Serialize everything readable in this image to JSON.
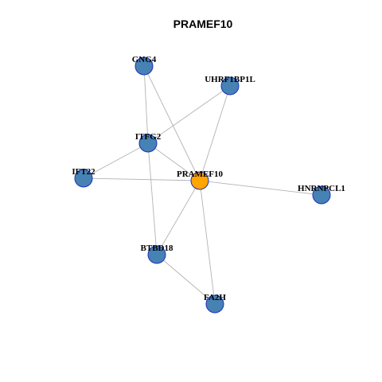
{
  "title": "PRAMEF10",
  "colors": {
    "center_node": "#ffa500",
    "neighbor_node": "#4682b4",
    "node_border": "#1c2fbf",
    "edge": "#b3b3b3"
  },
  "nodes": [
    {
      "id": "PRAMEF10",
      "label": "PRAMEF10",
      "role": "center"
    },
    {
      "id": "GNG4",
      "label": "GNG4",
      "role": "neighbor"
    },
    {
      "id": "UHRF1BP1L",
      "label": "UHRF1BP1L",
      "role": "neighbor"
    },
    {
      "id": "ITFG2",
      "label": "ITFG2",
      "role": "neighbor"
    },
    {
      "id": "IFT22",
      "label": "IFT22",
      "role": "neighbor"
    },
    {
      "id": "HNRNPCL1",
      "label": "HNRNPCL1",
      "role": "neighbor"
    },
    {
      "id": "BTBD18",
      "label": "BTBD18",
      "role": "neighbor"
    },
    {
      "id": "FA2H",
      "label": "FA2H",
      "role": "neighbor"
    }
  ],
  "edges": [
    [
      "GNG4",
      "ITFG2"
    ],
    [
      "GNG4",
      "PRAMEF10"
    ],
    [
      "UHRF1BP1L",
      "ITFG2"
    ],
    [
      "UHRF1BP1L",
      "PRAMEF10"
    ],
    [
      "ITFG2",
      "IFT22"
    ],
    [
      "ITFG2",
      "PRAMEF10"
    ],
    [
      "ITFG2",
      "BTBD18"
    ],
    [
      "IFT22",
      "PRAMEF10"
    ],
    [
      "PRAMEF10",
      "HNRNPCL1"
    ],
    [
      "PRAMEF10",
      "BTBD18"
    ],
    [
      "PRAMEF10",
      "FA2H"
    ],
    [
      "BTBD18",
      "FA2H"
    ]
  ]
}
